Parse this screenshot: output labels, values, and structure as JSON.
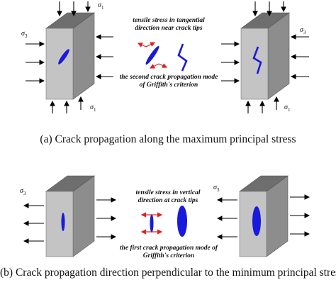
{
  "panel_a": {
    "caption": "(a) Crack propagation along the maximum principal stress",
    "note_top_line1": "tensile stress in tangential",
    "note_top_line2": "direction near crack tips",
    "note_bottom_line1": "the second crack propagation mode",
    "note_bottom_line2": "of Griffith's criterion",
    "sigma3": "σ",
    "sigma3_sub": "3",
    "sigma1": "σ",
    "sigma1_sub": "1"
  },
  "panel_b": {
    "caption": "(b) Crack propagation direction perpendicular to the minimum principal stress",
    "note_top_line1": "tensile stress in vertical",
    "note_top_line2": "direction at crack tips",
    "note_bottom_line1": "the first crack propagation mode of",
    "note_bottom_line2": "Griffith's criterion",
    "sigma3": "σ",
    "sigma3_sub": "3"
  },
  "colors": {
    "block_front": "#c4c4c4",
    "block_top": "#6e6e6e",
    "block_side": "#8d8d8d",
    "crack": "#1a1adc",
    "tension_arrow": "#e02020"
  }
}
